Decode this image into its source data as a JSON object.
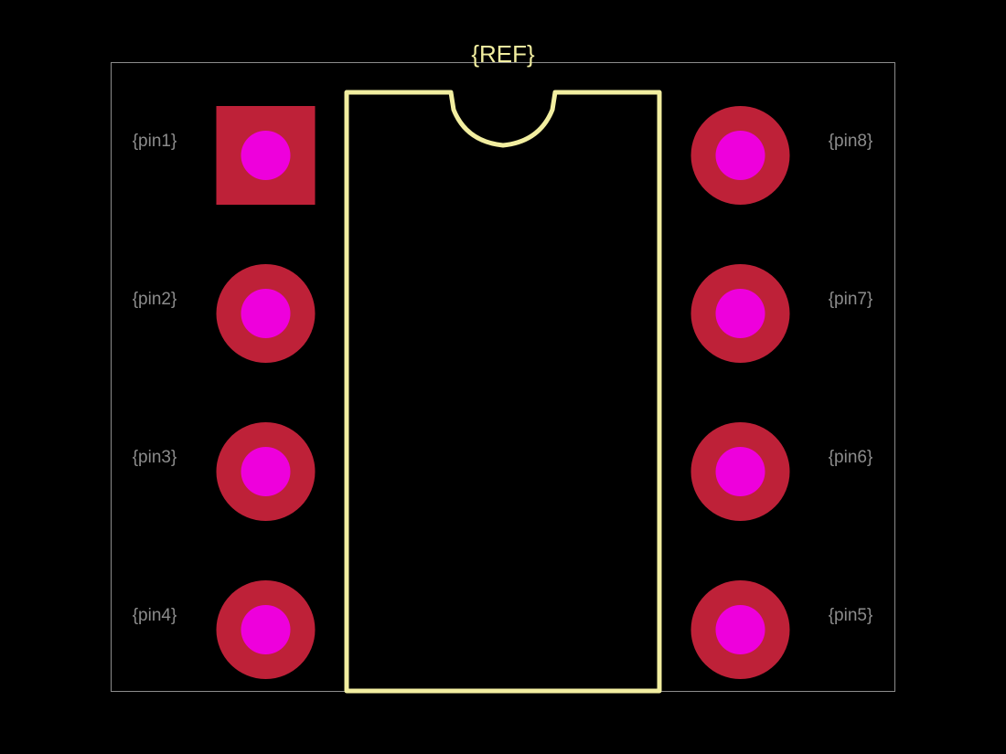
{
  "footprint": {
    "reference": "{REF}",
    "pins": [
      {
        "number": 1,
        "label": "{pin1}",
        "side": "left",
        "row": 1,
        "pad_shape": "square"
      },
      {
        "number": 2,
        "label": "{pin2}",
        "side": "left",
        "row": 2,
        "pad_shape": "round"
      },
      {
        "number": 3,
        "label": "{pin3}",
        "side": "left",
        "row": 3,
        "pad_shape": "round"
      },
      {
        "number": 4,
        "label": "{pin4}",
        "side": "left",
        "row": 4,
        "pad_shape": "round"
      },
      {
        "number": 5,
        "label": "{pin5}",
        "side": "right",
        "row": 4,
        "pad_shape": "round"
      },
      {
        "number": 6,
        "label": "{pin6}",
        "side": "right",
        "row": 3,
        "pad_shape": "round"
      },
      {
        "number": 7,
        "label": "{pin7}",
        "side": "right",
        "row": 2,
        "pad_shape": "round"
      },
      {
        "number": 8,
        "label": "{pin8}",
        "side": "right",
        "row": 1,
        "pad_shape": "round"
      }
    ]
  },
  "colors": {
    "background": "#000000",
    "silkscreen": "#f2eea0",
    "courtyard": "#8c8c8c",
    "copper_pad": "#be2138",
    "drill_hole": "#ee00dc",
    "pin_label": "#8c8c8c"
  }
}
